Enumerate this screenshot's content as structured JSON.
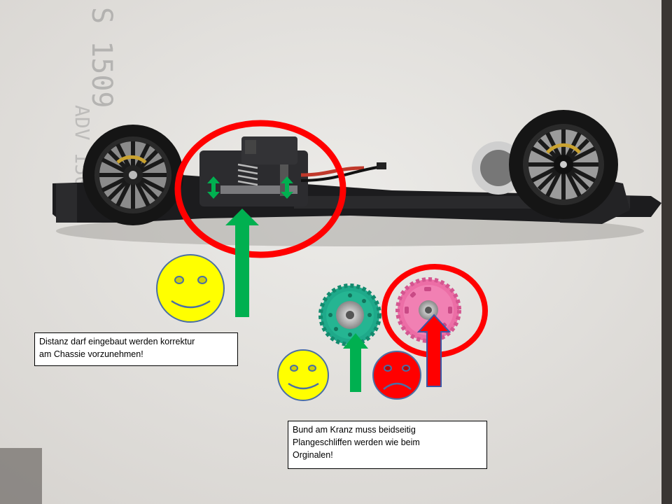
{
  "scene": {
    "background_color": "#e9e7e4",
    "chassis_color": "#1c1c1e",
    "annotation_red": "#ff0000",
    "annotation_green": "#00b050",
    "smiley_yellow": "#ffff00",
    "frown_red": "#ff0000",
    "gear_green": "#1fa98a",
    "gear_pink": "#ec6ea6",
    "watermark_text": "S 1509",
    "watermark_vertical_text": "ADV 1509"
  },
  "callouts": [
    {
      "lines": [
        "Distanz darf eingebaut werden korrektur",
        "am Chassie vorzunehmen!"
      ]
    },
    {
      "lines": [
        "Bund am Kranz muss beidseitig",
        "Plangeschliffen werden wie beim",
        "Orginalen!"
      ]
    }
  ]
}
